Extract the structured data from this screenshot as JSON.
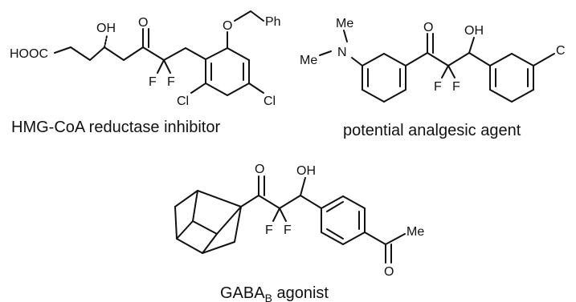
{
  "molecules": [
    {
      "caption": "HMG-CoA reductase inhibitor",
      "labels": {
        "hooc": "HOOC",
        "oh": "OH",
        "o_ketone": "O",
        "f1": "F",
        "f2": "F",
        "o_ether": "O",
        "ph": "Ph",
        "cl1": "Cl",
        "cl2": "Cl"
      }
    },
    {
      "caption": "potential analgesic agent",
      "labels": {
        "me1": "Me",
        "n": "N",
        "me2": "Me",
        "o_ketone": "O",
        "oh": "OH",
        "f1": "F",
        "f2": "F",
        "c_trunc": "C"
      }
    },
    {
      "caption_main": "GABA",
      "caption_sub": "B",
      "caption_tail": " agonist",
      "labels": {
        "o_ketone": "O",
        "oh": "OH",
        "f1": "F",
        "f2": "F",
        "o_acetyl": "O",
        "me": "Me"
      }
    }
  ]
}
